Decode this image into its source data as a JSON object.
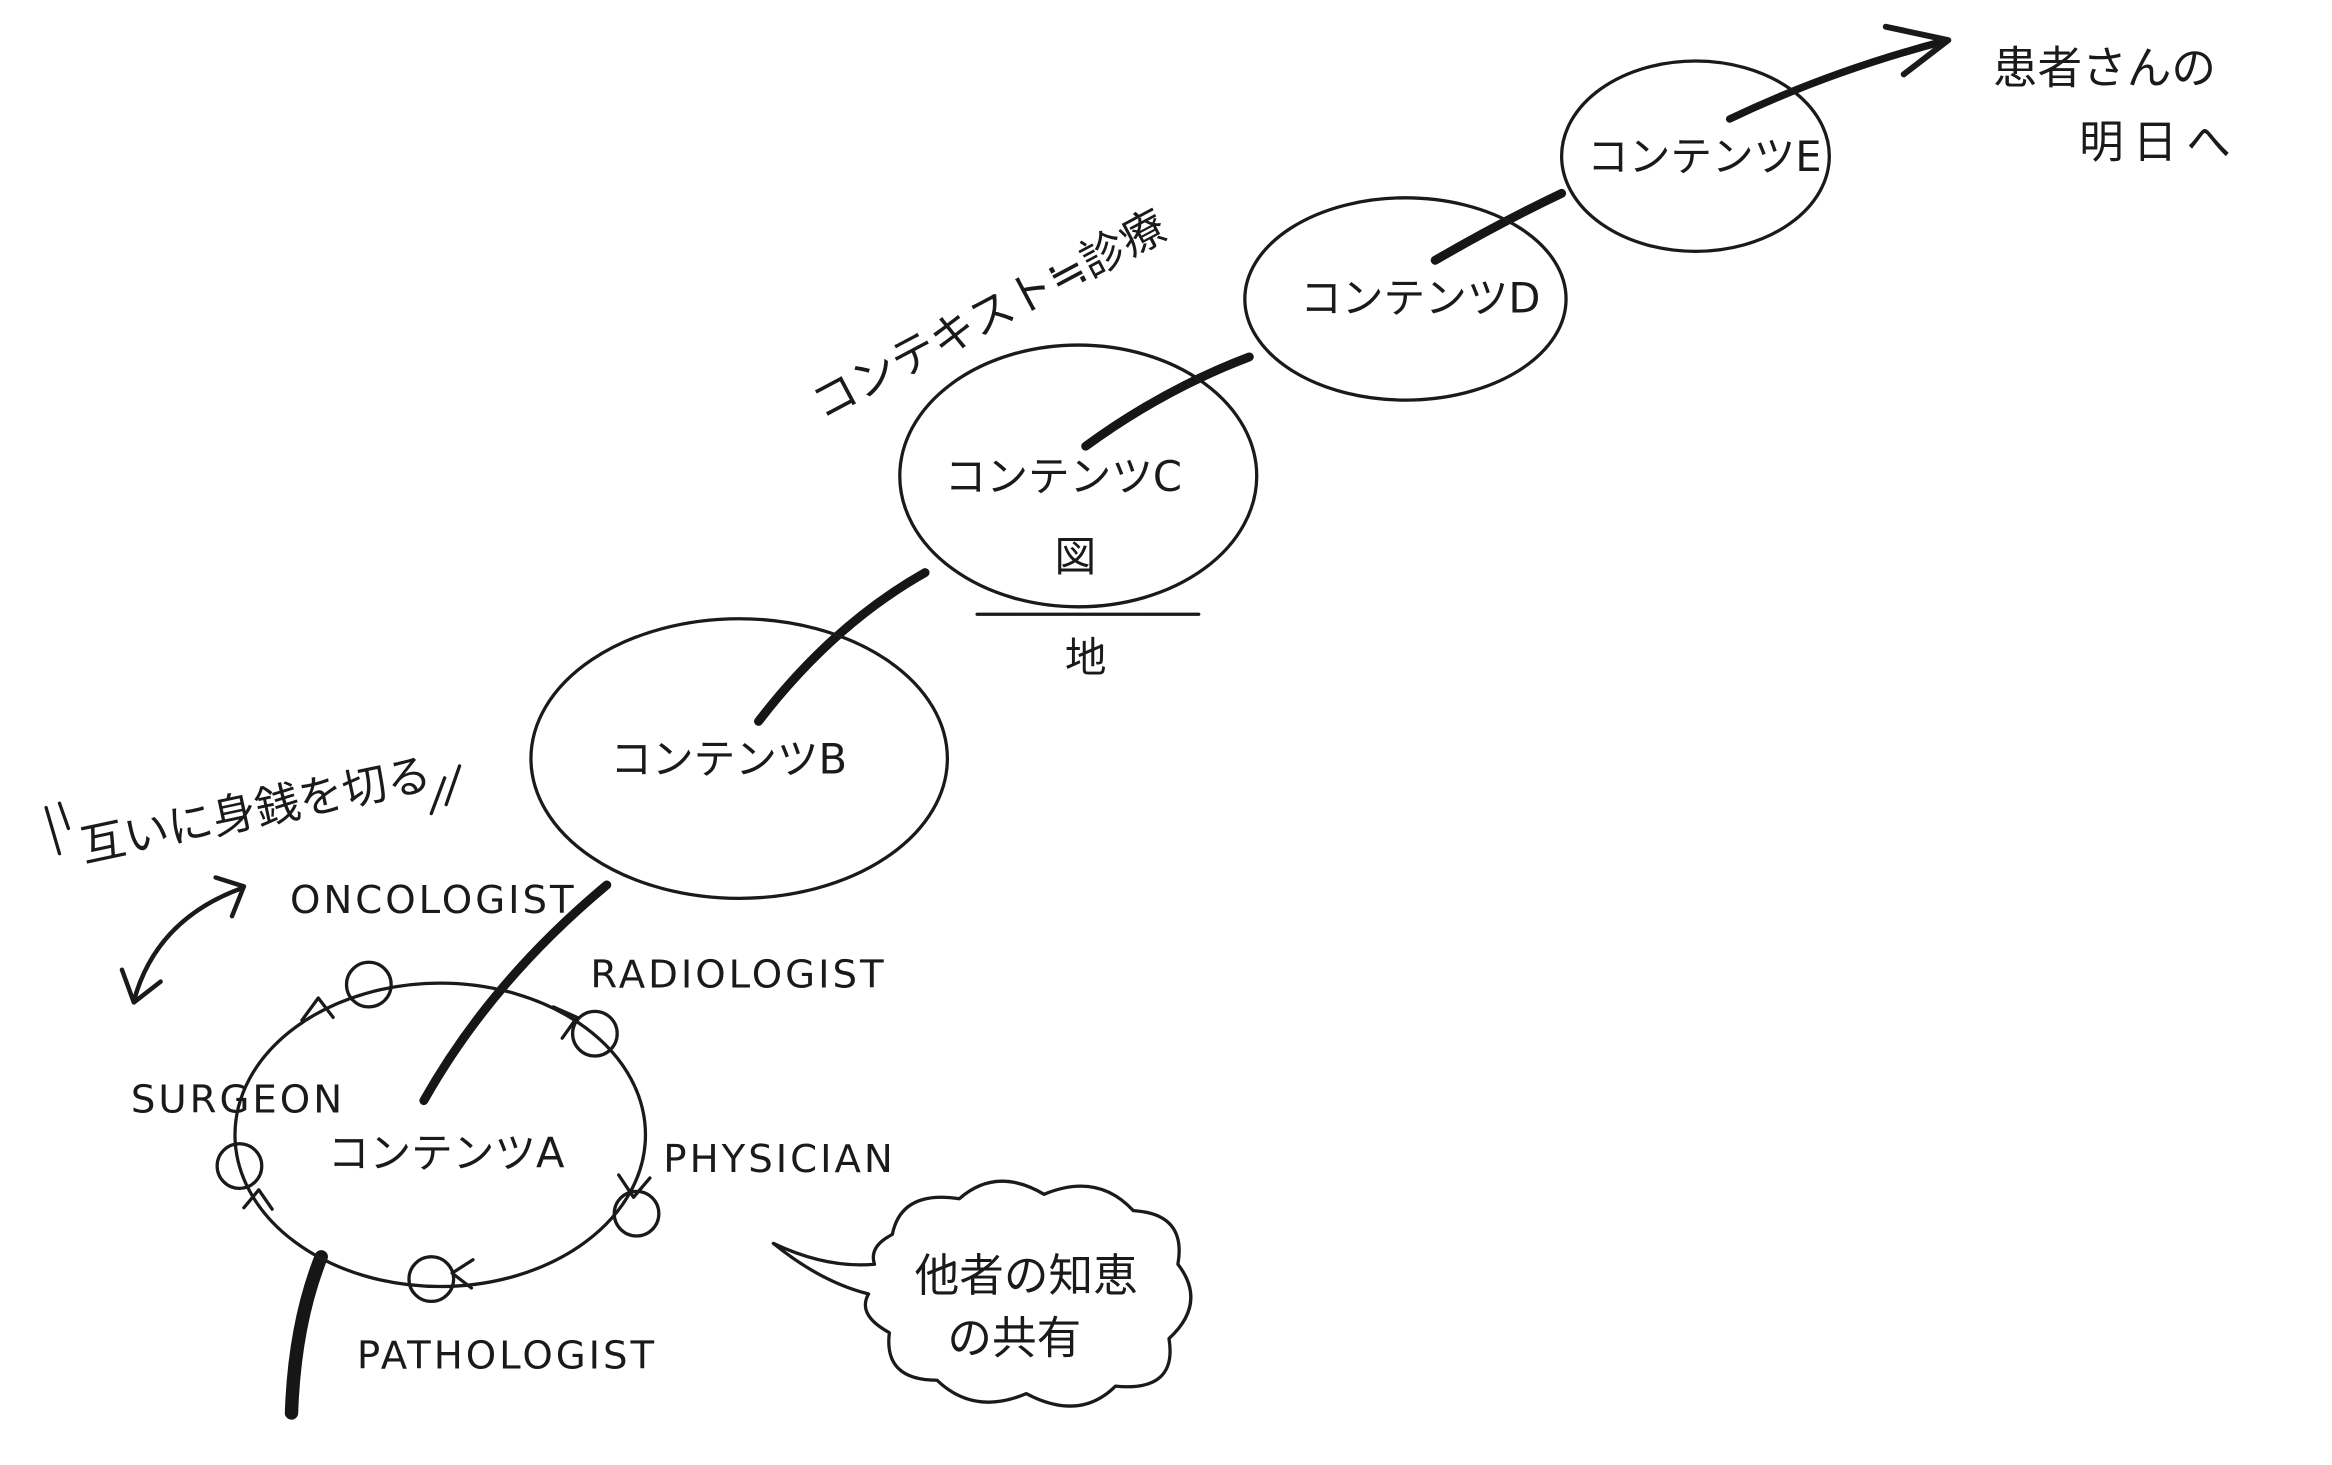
{
  "destination": {
    "line1": "患者さんの",
    "line2": "明日へ"
  },
  "context_label": "コンテキスト≒診療",
  "motto": "互いに身銭を切る",
  "contents": {
    "a": "コンテンツA",
    "b": "コンテンツB",
    "c": "コンテンツC",
    "d": "コンテンツD",
    "e": "コンテンツE"
  },
  "figure_ground": {
    "figure": "図",
    "ground": "地"
  },
  "roles": {
    "oncologist": "ONCOLOGIST",
    "radiologist": "RADIOLOGIST",
    "physician": "PHYSICIAN",
    "pathologist": "PATHOLOGIST",
    "surgeon": "SURGEON"
  },
  "thought_bubble": {
    "line1": "他者の知恵",
    "line2": "の共有"
  },
  "colors": {
    "ink": "#1a1a1a",
    "paper": "#ffffff"
  }
}
